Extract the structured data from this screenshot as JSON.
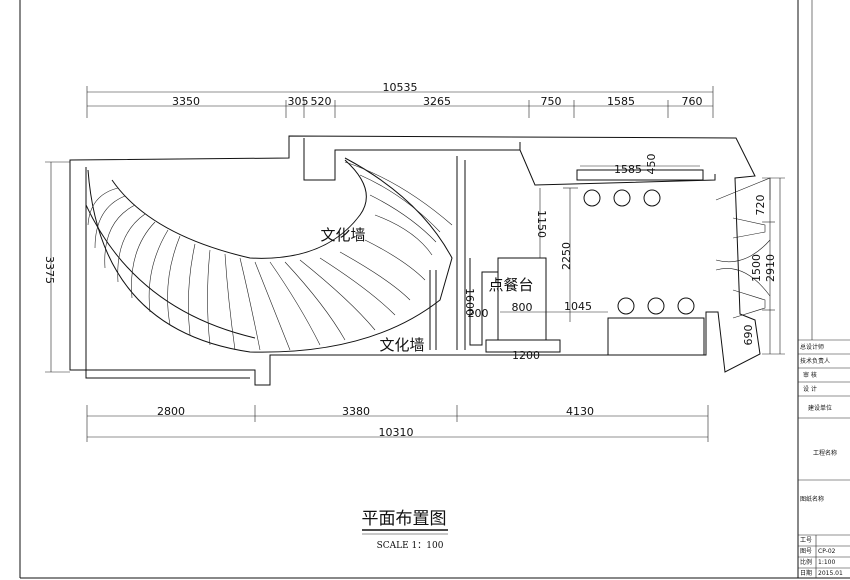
{
  "dims": {
    "overall_top": "10535",
    "top_segments": [
      "3350",
      "305",
      "520",
      "3265",
      "750",
      "1585",
      "760"
    ],
    "bottom_segments": [
      "2800",
      "3380",
      "4130"
    ],
    "overall_bottom": "10310",
    "left_height": "3375",
    "interior": {
      "d1585": "1585",
      "d450": "450",
      "d1150": "1150",
      "d2250": "2250",
      "d1045": "1045",
      "d800": "800",
      "d1600": "1600",
      "d200": "200",
      "d1200": "1200"
    },
    "right": {
      "d720": "720",
      "d1500": "1500",
      "d2910": "2910",
      "d690": "690"
    }
  },
  "labels": {
    "culture_wall_top": "文化墙",
    "order_counter": "点餐台",
    "culture_wall_bottom": "文化墙"
  },
  "title": "平面布置图",
  "scale": "SCALE 1：100",
  "title_block": {
    "rows": [
      "总设计师",
      "技术负责人",
      "审 核",
      "设 计",
      "建设单位",
      "工程名称",
      "图纸名称",
      "工号",
      "图号",
      "比例",
      "日期"
    ],
    "drawing_no": "CP-02",
    "ratio": "1:100",
    "date": "2015.01"
  }
}
